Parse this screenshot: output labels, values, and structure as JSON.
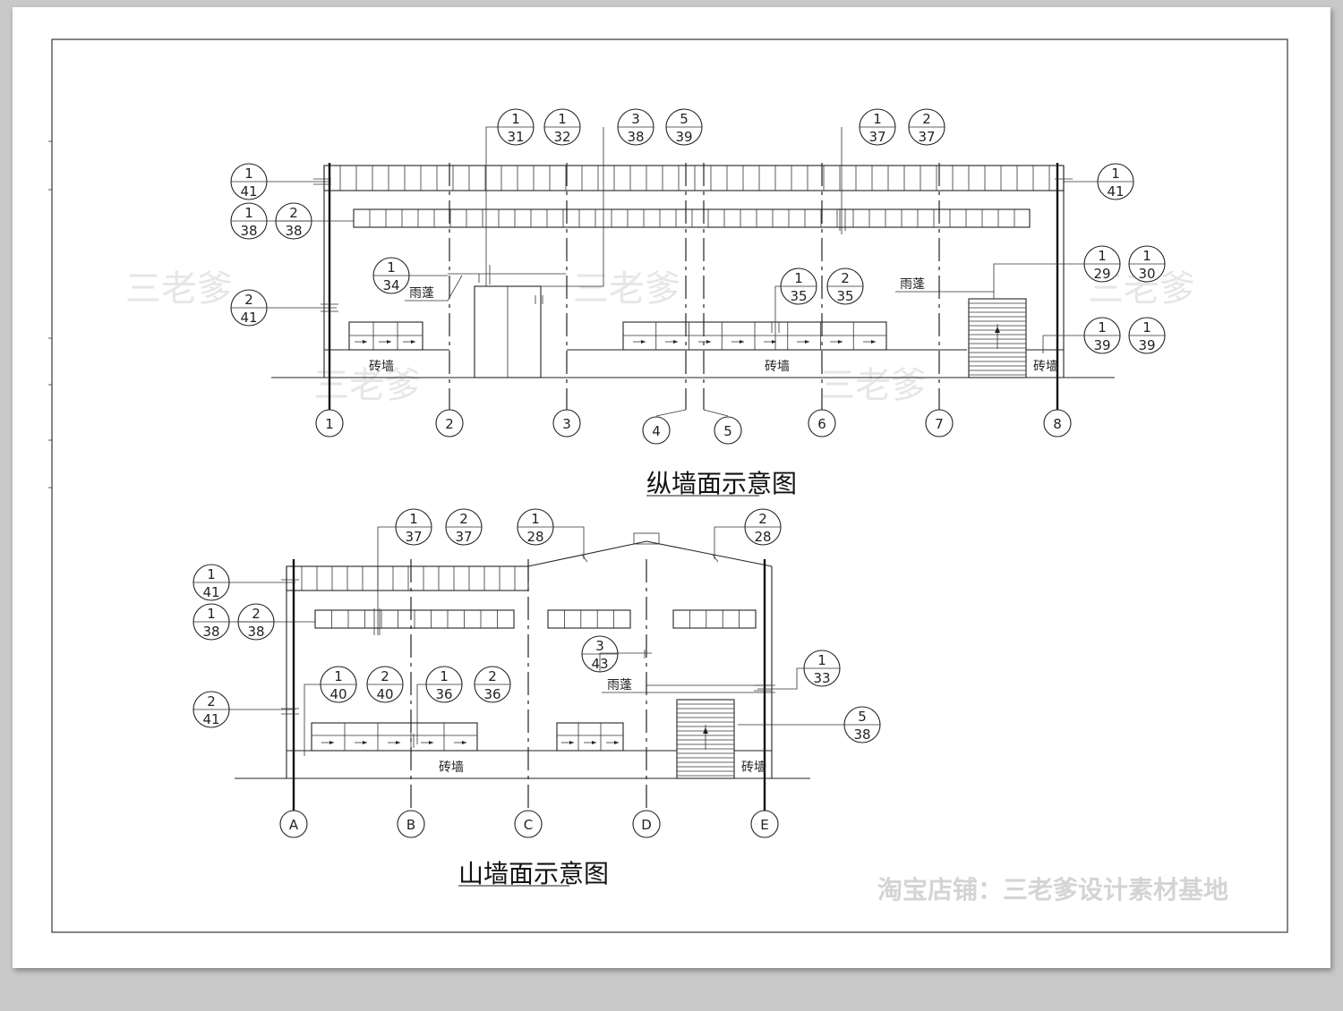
{
  "titles": {
    "longitudinal": "纵墙面示意图",
    "gable": "山墙面示意图"
  },
  "labels": {
    "brick_wall": "砖墙",
    "canopy": "雨蓬"
  },
  "watermark": {
    "text": "三老爹",
    "shop": "淘宝店铺：三老爹设计素材基地"
  },
  "longitudinal": {
    "axes": [
      "1",
      "2",
      "3",
      "4",
      "5",
      "6",
      "7",
      "8"
    ],
    "callouts": [
      {
        "top": "1",
        "bottom": "31"
      },
      {
        "top": "1",
        "bottom": "32"
      },
      {
        "top": "3",
        "bottom": "38"
      },
      {
        "top": "5",
        "bottom": "39"
      },
      {
        "top": "1",
        "bottom": "37"
      },
      {
        "top": "2",
        "bottom": "37"
      },
      {
        "top": "1",
        "bottom": "41"
      },
      {
        "top": "1",
        "bottom": "41"
      },
      {
        "top": "1",
        "bottom": "38"
      },
      {
        "top": "2",
        "bottom": "38"
      },
      {
        "top": "2",
        "bottom": "41"
      },
      {
        "top": "1",
        "bottom": "34"
      },
      {
        "top": "1",
        "bottom": "35"
      },
      {
        "top": "2",
        "bottom": "35"
      },
      {
        "top": "1",
        "bottom": "29"
      },
      {
        "top": "1",
        "bottom": "30"
      },
      {
        "top": "1",
        "bottom": "39"
      },
      {
        "top": "1",
        "bottom": "39"
      }
    ]
  },
  "gable": {
    "axes": [
      "A",
      "B",
      "C",
      "D",
      "E"
    ],
    "callouts": [
      {
        "top": "1",
        "bottom": "37"
      },
      {
        "top": "2",
        "bottom": "37"
      },
      {
        "top": "1",
        "bottom": "28"
      },
      {
        "top": "2",
        "bottom": "28"
      },
      {
        "top": "1",
        "bottom": "41"
      },
      {
        "top": "1",
        "bottom": "38"
      },
      {
        "top": "2",
        "bottom": "38"
      },
      {
        "top": "2",
        "bottom": "41"
      },
      {
        "top": "1",
        "bottom": "40"
      },
      {
        "top": "2",
        "bottom": "40"
      },
      {
        "top": "1",
        "bottom": "36"
      },
      {
        "top": "2",
        "bottom": "36"
      },
      {
        "top": "3",
        "bottom": "43"
      },
      {
        "top": "1",
        "bottom": "33"
      },
      {
        "top": "5",
        "bottom": "38"
      }
    ]
  }
}
